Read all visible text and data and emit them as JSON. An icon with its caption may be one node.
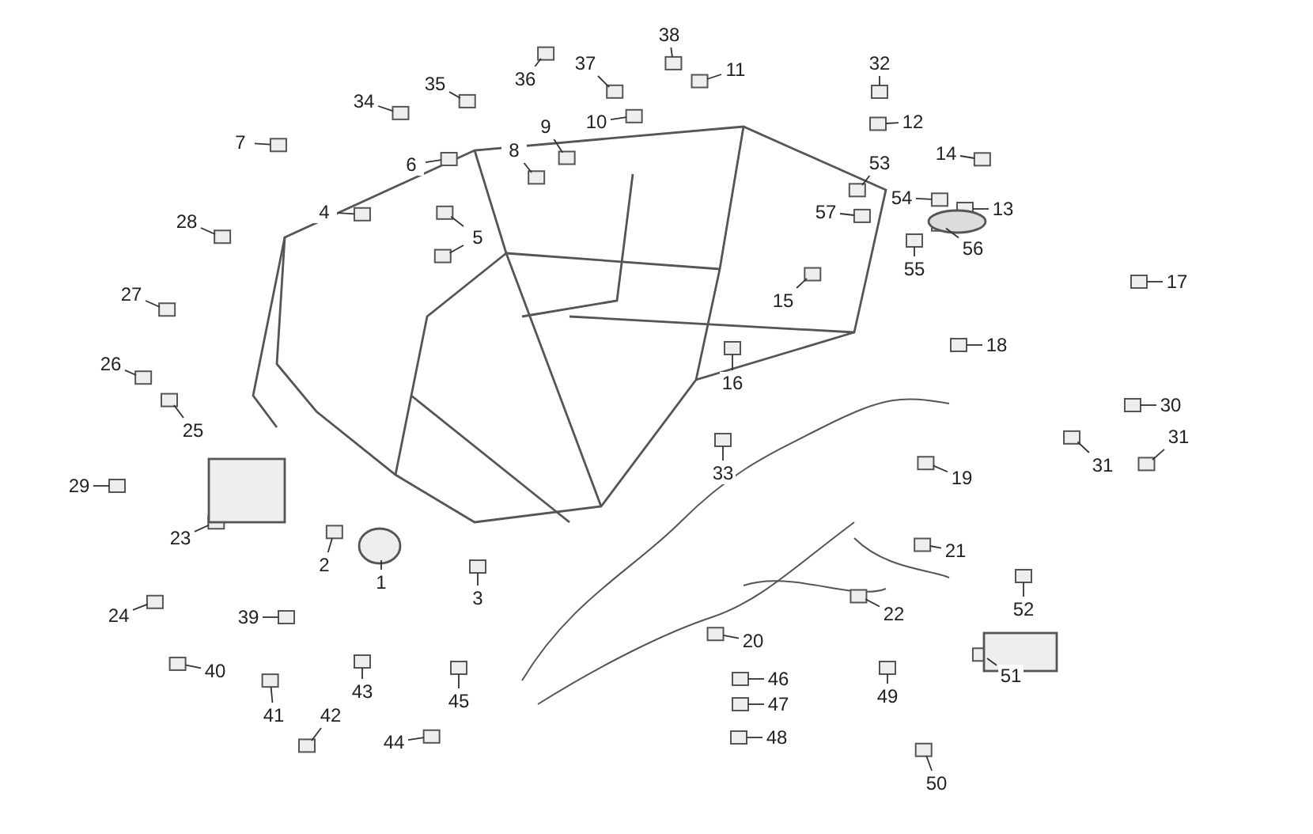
{
  "diagram": {
    "nodes": [
      {
        "text": [
          "38"
        ]
      },
      {
        "text": [
          "32"
        ]
      },
      {
        "text": [
          "37"
        ]
      },
      {
        "text": [
          "11"
        ]
      },
      {
        "text": [
          "34"
        ]
      },
      {
        "text": [
          "36"
        ]
      },
      {
        "text": [
          "35"
        ]
      },
      {
        "text": [
          "10"
        ]
      },
      {
        "text": [
          "12"
        ]
      },
      {
        "text": [
          "9"
        ]
      },
      {
        "text": [
          "7"
        ]
      },
      {
        "text": [
          "8"
        ]
      },
      {
        "text": [
          "14"
        ]
      },
      {
        "text": [
          "53"
        ]
      },
      {
        "text": [
          "6"
        ]
      },
      {
        "text": [
          "54"
        ]
      },
      {
        "text": [
          "13"
        ]
      },
      {
        "text": [
          "57"
        ]
      },
      {
        "text": [
          "4"
        ]
      },
      {
        "text": [
          "28"
        ]
      },
      {
        "text": [
          "5"
        ]
      },
      {
        "text": [
          "56"
        ]
      },
      {
        "text": [
          "55"
        ]
      },
      {
        "text": [
          "17"
        ]
      },
      {
        "text": [
          "27"
        ]
      },
      {
        "text": [
          "15"
        ]
      },
      {
        "text": [
          "18"
        ]
      },
      {
        "text": [
          "26"
        ]
      },
      {
        "text": [
          "16"
        ]
      },
      {
        "text": [
          "30"
        ]
      },
      {
        "text": [
          "25"
        ]
      },
      {
        "text": [
          "31"
        ]
      },
      {
        "text": [
          "31"
        ]
      },
      {
        "text": [
          "33"
        ]
      },
      {
        "text": [
          "19"
        ]
      },
      {
        "text": [
          "29"
        ]
      },
      {
        "text": [
          "23"
        ]
      },
      {
        "text": [
          "21"
        ]
      },
      {
        "text": [
          "2"
        ]
      },
      {
        "text": [
          "1"
        ]
      },
      {
        "text": [
          "3"
        ]
      },
      {
        "text": [
          "52"
        ]
      },
      {
        "text": [
          "22"
        ]
      },
      {
        "text": [
          "24"
        ]
      },
      {
        "text": [
          "39"
        ]
      },
      {
        "text": [
          "20"
        ]
      },
      {
        "text": [
          "40"
        ]
      },
      {
        "text": [
          "51"
        ]
      },
      {
        "text": [
          "46"
        ]
      },
      {
        "text": [
          "43"
        ]
      },
      {
        "text": [
          "49"
        ]
      },
      {
        "text": [
          "47"
        ]
      },
      {
        "text": [
          "45"
        ]
      },
      {
        "text": [
          "41"
        ]
      },
      {
        "text": [
          "42"
        ]
      },
      {
        "text": [
          "44"
        ]
      },
      {
        "text": [
          "48"
        ]
      },
      {
        "text": [
          "50"
        ]
      }
    ],
    "edges": [
      {
        "from": 0,
        "to": null,
        "arrow": "none"
      },
      {
        "from": 1,
        "to": null,
        "arrow": "none"
      },
      {
        "from": 2,
        "to": null,
        "arrow": "none"
      },
      {
        "from": 3,
        "to": null,
        "arrow": "none"
      },
      {
        "from": 4,
        "to": null,
        "arrow": "none"
      },
      {
        "from": 5,
        "to": null,
        "arrow": "none"
      },
      {
        "from": 6,
        "to": null,
        "arrow": "none"
      },
      {
        "from": 7,
        "to": null,
        "arrow": "none"
      },
      {
        "from": 8,
        "to": null,
        "arrow": "none"
      },
      {
        "from": 9,
        "to": null,
        "arrow": "none"
      },
      {
        "from": 10,
        "to": null,
        "arrow": "none"
      },
      {
        "from": 11,
        "to": null,
        "arrow": "none"
      },
      {
        "from": 12,
        "to": null,
        "arrow": "none"
      },
      {
        "from": 13,
        "to": null,
        "arrow": "none"
      },
      {
        "from": 14,
        "to": null,
        "arrow": "none"
      },
      {
        "from": 15,
        "to": null,
        "arrow": "none"
      },
      {
        "from": 16,
        "to": null,
        "arrow": "none"
      },
      {
        "from": 17,
        "to": null,
        "arrow": "none"
      },
      {
        "from": 18,
        "to": null,
        "arrow": "none"
      },
      {
        "from": 19,
        "to": null,
        "arrow": "none"
      },
      {
        "from": 20,
        "to": null,
        "arrow": "none"
      },
      {
        "from": 20,
        "to": null,
        "arrow": "none"
      },
      {
        "from": 21,
        "to": null,
        "arrow": "none"
      },
      {
        "from": 22,
        "to": null,
        "arrow": "none"
      },
      {
        "from": 23,
        "to": null,
        "arrow": "none"
      },
      {
        "from": 24,
        "to": null,
        "arrow": "none"
      },
      {
        "from": 25,
        "to": null,
        "arrow": "none"
      },
      {
        "from": 26,
        "to": null,
        "arrow": "none"
      },
      {
        "from": 27,
        "to": null,
        "arrow": "none"
      },
      {
        "from": 28,
        "to": null,
        "arrow": "none"
      },
      {
        "from": 29,
        "to": null,
        "arrow": "none"
      },
      {
        "from": 30,
        "to": null,
        "arrow": "none"
      },
      {
        "from": 31,
        "to": null,
        "arrow": "none"
      },
      {
        "from": 32,
        "to": null,
        "arrow": "none"
      },
      {
        "from": 33,
        "to": null,
        "arrow": "none"
      },
      {
        "from": 34,
        "to": null,
        "arrow": "none"
      },
      {
        "from": 35,
        "to": null,
        "arrow": "none"
      },
      {
        "from": 36,
        "to": null,
        "arrow": "none"
      },
      {
        "from": 37,
        "to": null,
        "arrow": "none"
      },
      {
        "from": 38,
        "to": null,
        "arrow": "none"
      },
      {
        "from": 39,
        "to": null,
        "arrow": "none"
      },
      {
        "from": 40,
        "to": null,
        "arrow": "none"
      },
      {
        "from": 41,
        "to": null,
        "arrow": "none"
      },
      {
        "from": 42,
        "to": null,
        "arrow": "none"
      },
      {
        "from": 43,
        "to": null,
        "arrow": "none"
      },
      {
        "from": 44,
        "to": null,
        "arrow": "none"
      },
      {
        "from": 45,
        "to": null,
        "arrow": "none"
      },
      {
        "from": 46,
        "to": null,
        "arrow": "none"
      },
      {
        "from": 47,
        "to": null,
        "arrow": "none"
      },
      {
        "from": 48,
        "to": null,
        "arrow": "none"
      },
      {
        "from": 49,
        "to": null,
        "arrow": "none"
      },
      {
        "from": 50,
        "to": null,
        "arrow": "none"
      },
      {
        "from": 51,
        "to": null,
        "arrow": "none"
      },
      {
        "from": 52,
        "to": null,
        "arrow": "none"
      },
      {
        "from": 53,
        "to": null,
        "arrow": "none"
      },
      {
        "from": 54,
        "to": null,
        "arrow": "none"
      },
      {
        "from": 55,
        "to": null,
        "arrow": "none"
      },
      {
        "from": 56,
        "to": null,
        "arrow": "none"
      },
      {
        "from": 57,
        "to": null,
        "arrow": "none"
      }
    ]
  }
}
